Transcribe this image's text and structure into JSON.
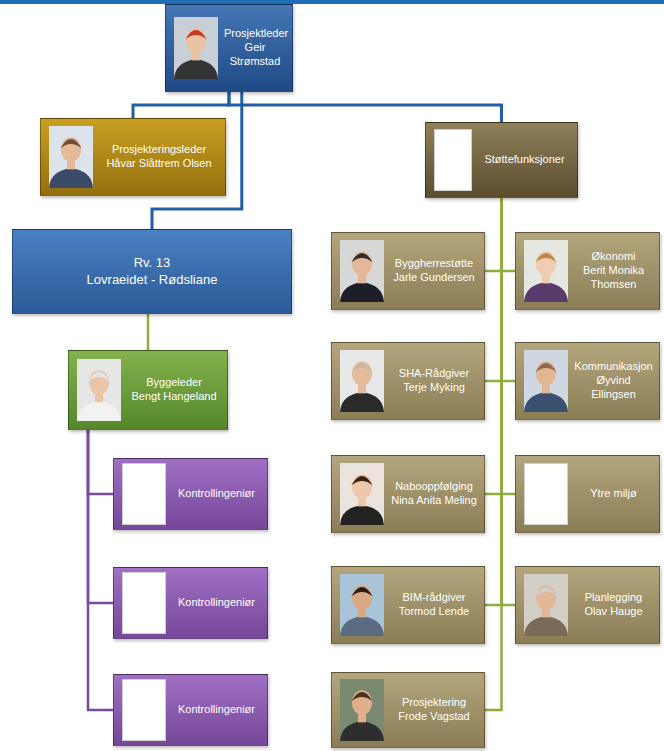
{
  "diagram": {
    "nodes": [
      {
        "text": [
          "Prosjektleder",
          "Geir Strømstad"
        ]
      },
      {
        "text": [
          "Prosjekteringsleder",
          "Håvar Slåttrem Olsen"
        ]
      },
      {
        "text": [
          "Støttefunksjoner"
        ]
      },
      {
        "text": [
          "Rv. 13",
          "Lovraeidet - Rødsliane"
        ]
      },
      {
        "text": [
          "Byggeleder",
          "Bengt Hangeland"
        ]
      },
      {
        "text": [
          "Byggherrestøtte",
          "Jarle Gundersen"
        ]
      },
      {
        "text": [
          "Økonomi",
          "Berit Monika Thomsen"
        ]
      },
      {
        "text": [
          "SHA-Rådgiver",
          "Terje Myking"
        ]
      },
      {
        "text": [
          "Kommunikasjon",
          "Øyvind Ellingsen"
        ]
      },
      {
        "text": [
          "Nabooppfølging",
          "Nina Anita Meling"
        ]
      },
      {
        "text": [
          "Ytre miljø"
        ]
      },
      {
        "text": [
          "BIM-rådgiver",
          "Tormod Lende"
        ]
      },
      {
        "text": [
          "Planlegging",
          "Olav Hauge"
        ]
      },
      {
        "text": [
          "Prosjektering",
          "Frode Vagstad"
        ]
      },
      {
        "text": [
          "Kontrollingeniør"
        ]
      },
      {
        "text": [
          "Kontrollingeniør"
        ]
      },
      {
        "text": [
          "Kontrollingeniør"
        ]
      }
    ],
    "edges": [
      {
        "from": 0,
        "to": 1,
        "arrow": "none"
      },
      {
        "from": 0,
        "to": 2,
        "arrow": "none"
      },
      {
        "from": 0,
        "to": 3,
        "arrow": "none"
      },
      {
        "from": 3,
        "to": 4,
        "arrow": "none"
      },
      {
        "from": 4,
        "to": 14,
        "arrow": "none"
      },
      {
        "from": 4,
        "to": 15,
        "arrow": "none"
      },
      {
        "from": 4,
        "to": 16,
        "arrow": "none"
      },
      {
        "from": 2,
        "to": 5,
        "arrow": "none"
      },
      {
        "from": 2,
        "to": 6,
        "arrow": "none"
      },
      {
        "from": 2,
        "to": 7,
        "arrow": "none"
      },
      {
        "from": 2,
        "to": 8,
        "arrow": "none"
      },
      {
        "from": 2,
        "to": 9,
        "arrow": "none"
      },
      {
        "from": 2,
        "to": 10,
        "arrow": "none"
      },
      {
        "from": 2,
        "to": 11,
        "arrow": "none"
      },
      {
        "from": 2,
        "to": 12,
        "arrow": "none"
      },
      {
        "from": 2,
        "to": 13,
        "arrow": "none"
      }
    ]
  }
}
